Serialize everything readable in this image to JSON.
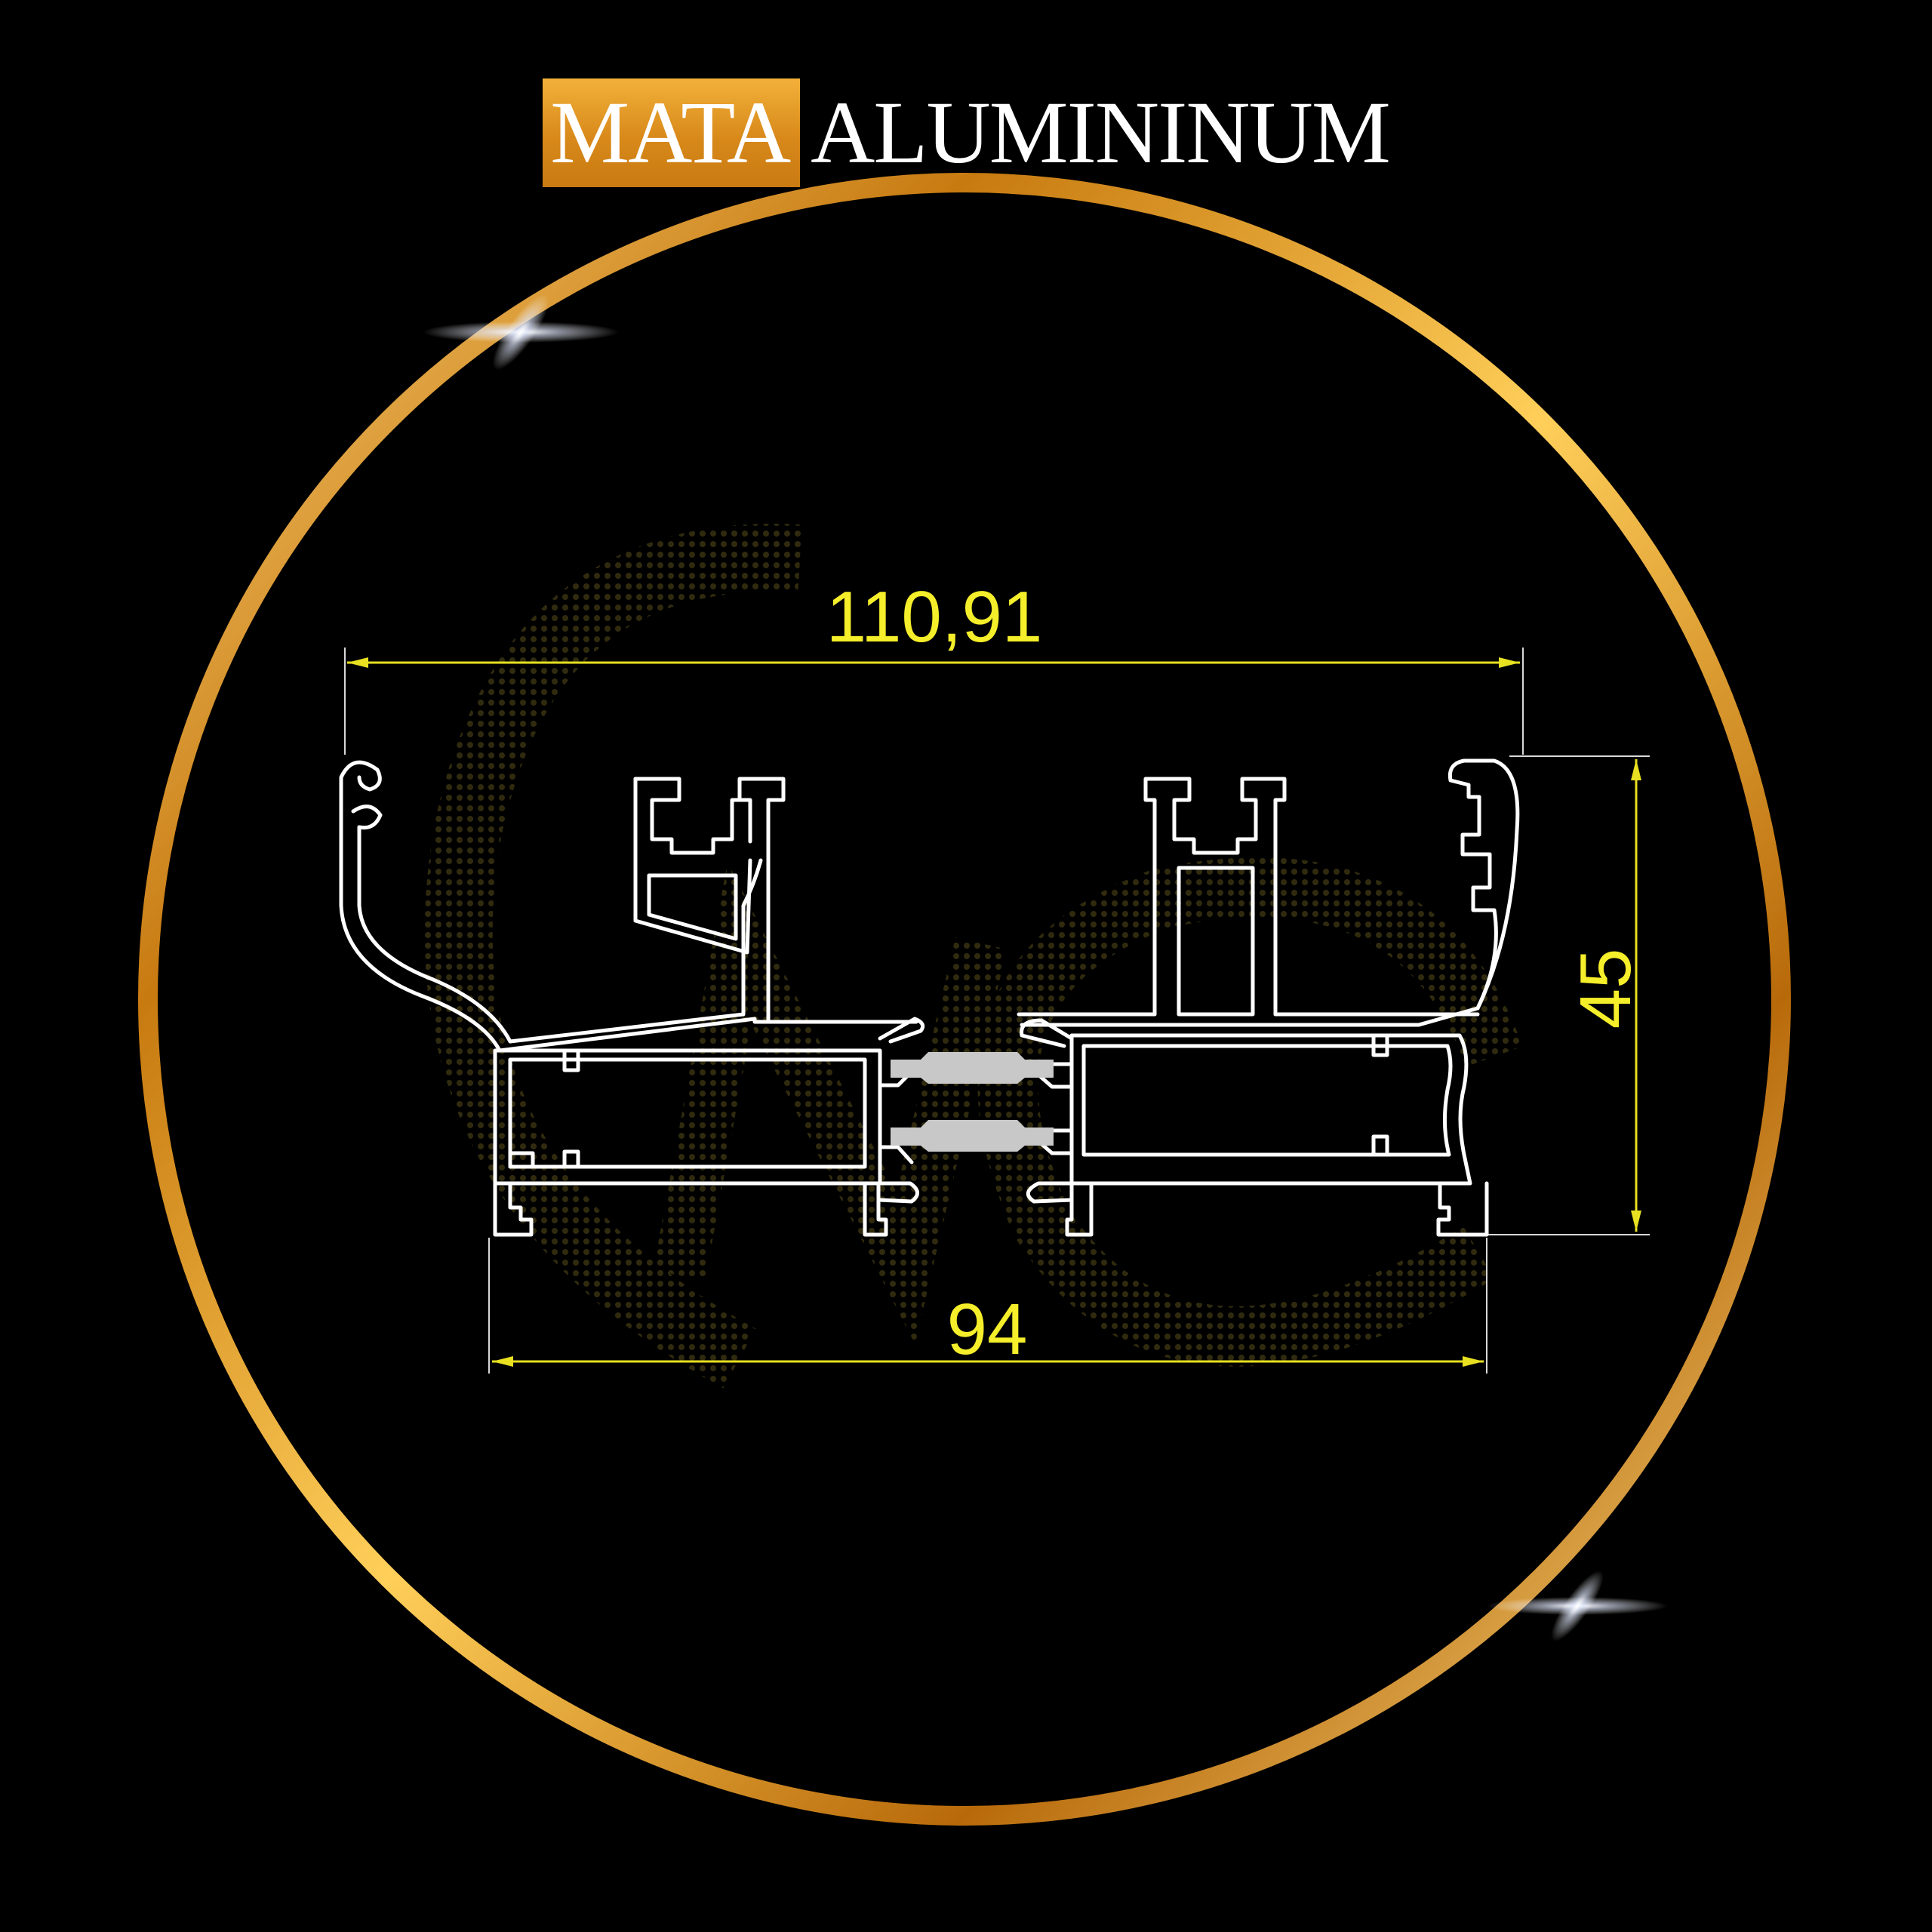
{
  "brand": {
    "highlight": "MATA",
    "rest": "ALUMININUM",
    "highlight_bg": "#e09a22"
  },
  "dimensions": {
    "overall_width": "110,91",
    "base_width": "94",
    "height": "45"
  },
  "colors": {
    "background": "#000000",
    "ring": "#e0a020",
    "dimension": "#f5ee2a",
    "profile": "#ffffff",
    "insulation_strip": "#c8c8c8"
  },
  "decorations": {
    "watermark": "MC monogram watermark",
    "sparkles": [
      "top-left sparkle",
      "bottom-right sparkle"
    ]
  }
}
